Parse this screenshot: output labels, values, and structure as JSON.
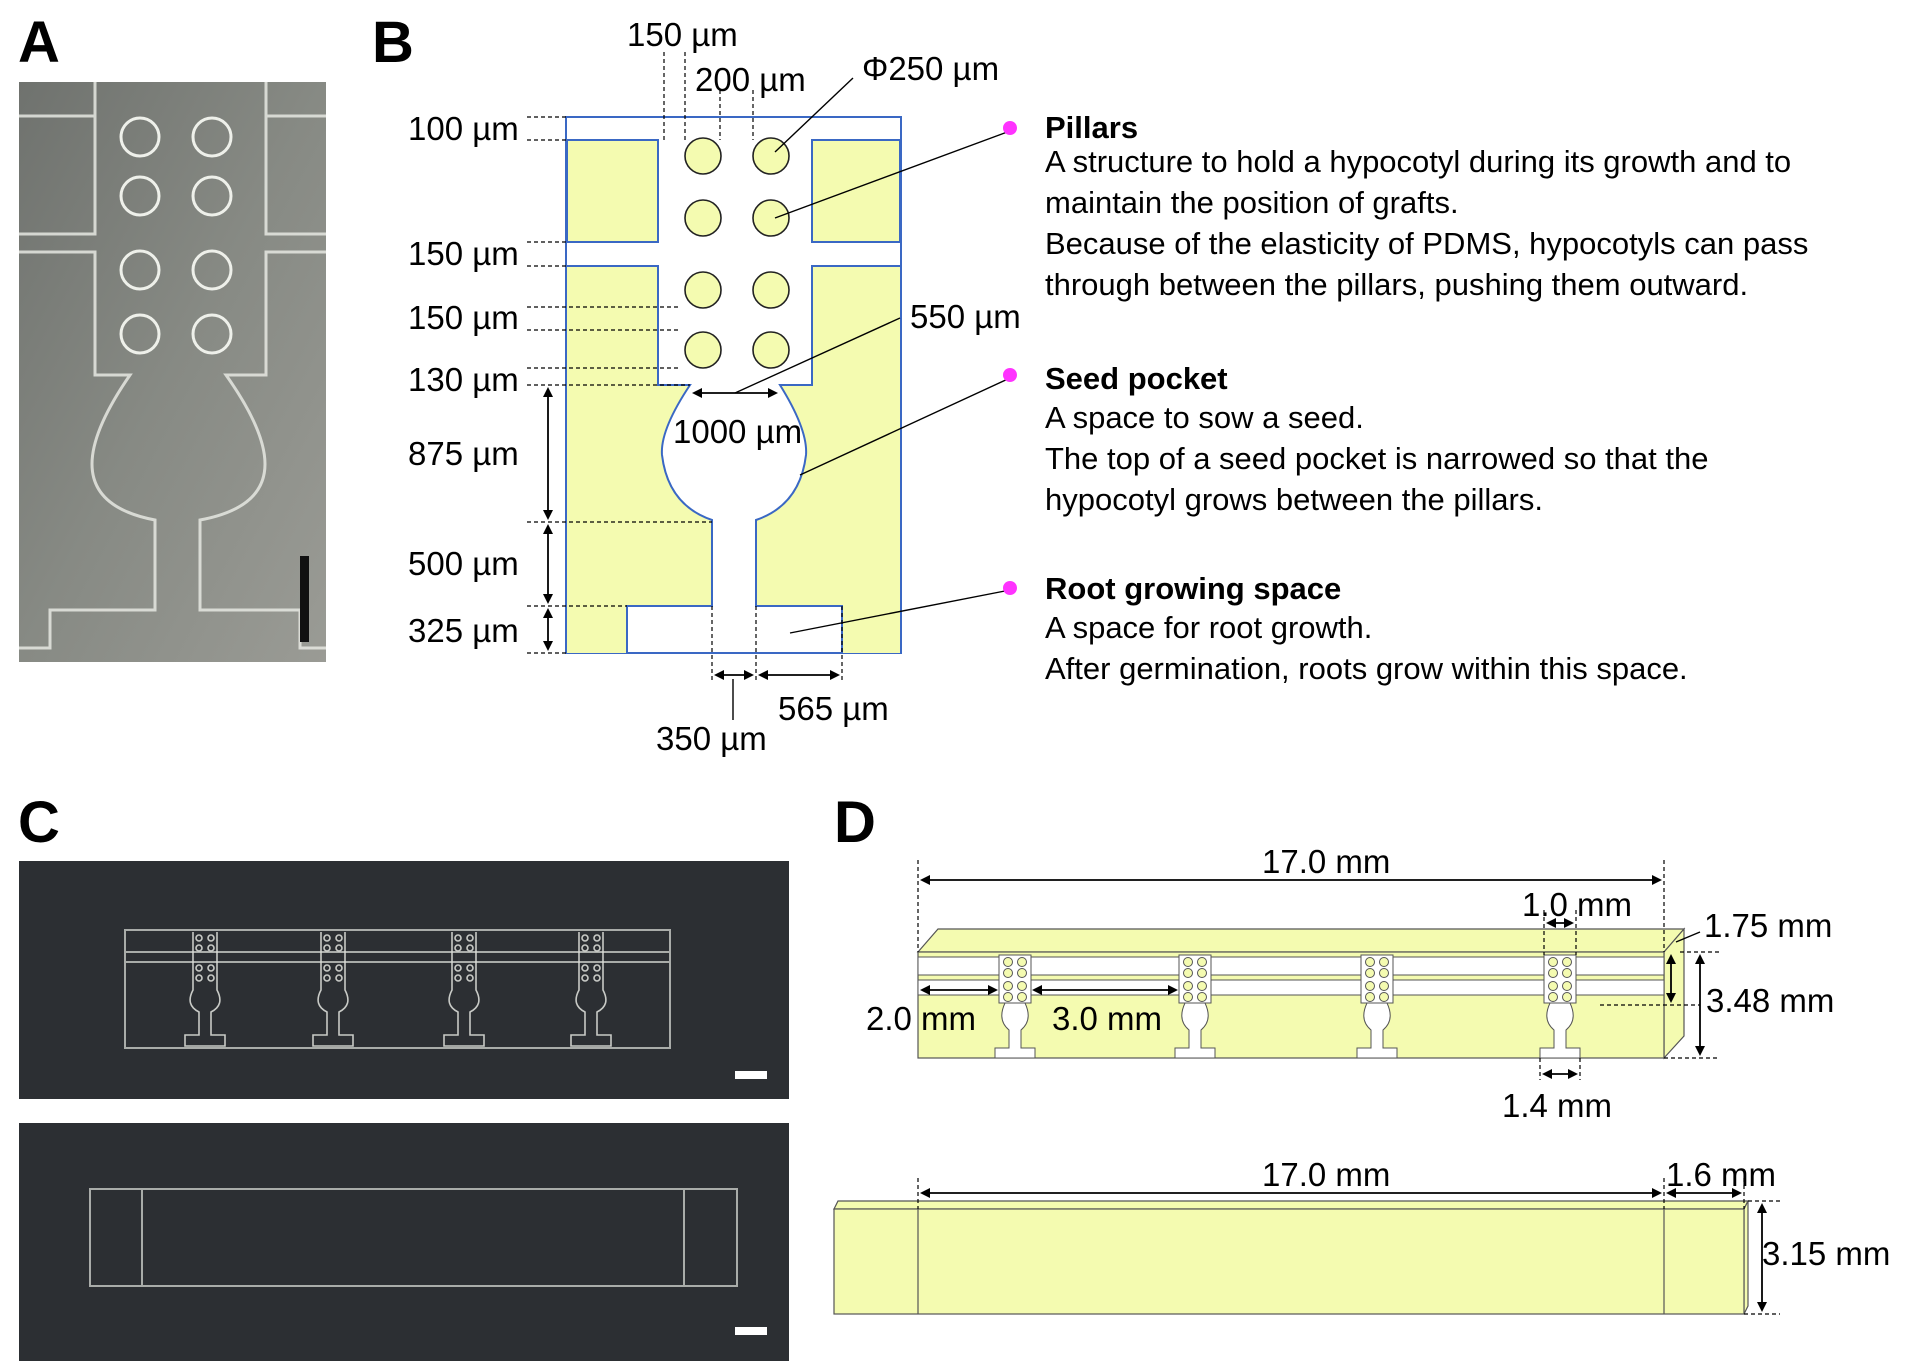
{
  "panels": {
    "a": {
      "letter": "A"
    },
    "b": {
      "letter": "B"
    },
    "c": {
      "letter": "C"
    },
    "d": {
      "letter": "D"
    }
  },
  "panel_b": {
    "labels": {
      "w150": "150 µm",
      "w200": "200 µm",
      "phi250": "Φ250 µm",
      "h100": "100 µm",
      "h150a": "150 µm",
      "h150b": "150 µm",
      "h130": "130 µm",
      "h875": "875 µm",
      "h500": "500 µm",
      "h325": "325 µm",
      "w550": "550 µm",
      "w1000": "1000 µm",
      "w350": "350 µm",
      "w565": "565 µm"
    },
    "annotations": [
      {
        "title": "Pillars",
        "lines": [
          "A structure to hold a hypocotyl during its growth and to",
          "maintain the position of grafts.",
          "Because of the elasticity of PDMS, hypocotyls can pass",
          "through between the pillars, pushing them outward."
        ]
      },
      {
        "title": "Seed pocket",
        "lines": [
          "A space to sow a seed.",
          "The top of a seed pocket is narrowed so that the",
          "hypocotyl grows between the pillars."
        ]
      },
      {
        "title": "Root growing space",
        "lines": [
          "A space for root growth.",
          "After germination, roots grow within this space."
        ]
      }
    ]
  },
  "panel_d": {
    "top": {
      "length": "17.0 mm",
      "pillar_w": "1.0 mm",
      "top_h": "1.75 mm",
      "total_h": "3.48 mm",
      "gap_a": "2.0 mm",
      "gap_b": "3.0 mm",
      "bottom_w": "1.4 mm"
    },
    "bottom": {
      "length": "17.0 mm",
      "end_w": "1.6 mm",
      "height": "3.15 mm"
    }
  },
  "colors": {
    "chip_fill": "#f4fbb0",
    "outline": "#3a68c4",
    "bullet": "#ff33ff",
    "photo_dark": "#2c2f33"
  }
}
